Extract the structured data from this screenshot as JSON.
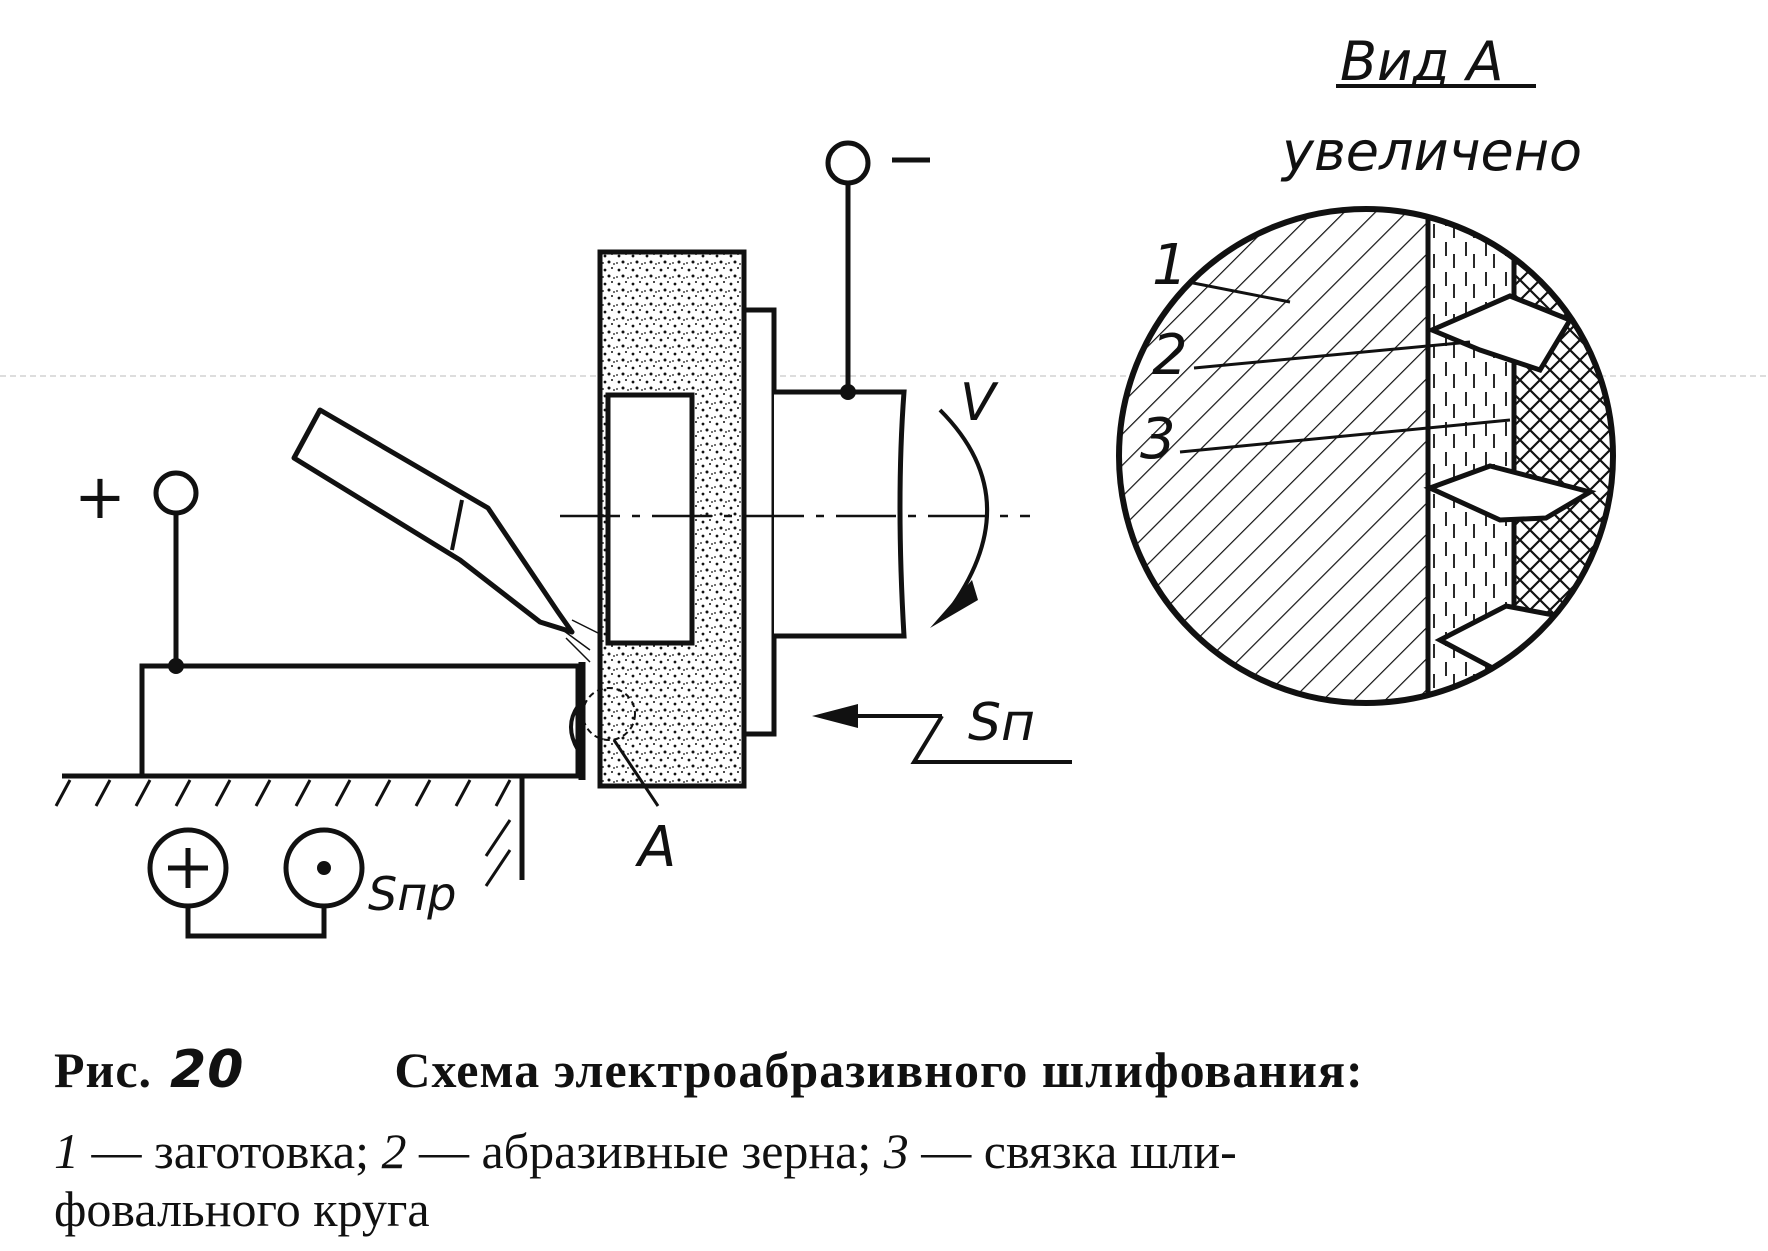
{
  "figure": {
    "view_title": "Вид А",
    "view_subtitle": "увеличено",
    "labels": {
      "plus": "+",
      "minus": "−",
      "v": "V",
      "sn": "Sп",
      "snp": "Sпр",
      "a": "А",
      "n1": "1",
      "n2": "2",
      "n3": "3"
    }
  },
  "caption": {
    "prefix": "Рис.",
    "number": "20",
    "title": "Схема электроабразивного шлифования:",
    "items": [
      {
        "num": "1",
        "text": "— заготовка;"
      },
      {
        "num": "2",
        "text": "— абразивные зерна;"
      },
      {
        "num": "3",
        "text": "— связка шли-"
      }
    ],
    "continuation": "фовального круга"
  }
}
